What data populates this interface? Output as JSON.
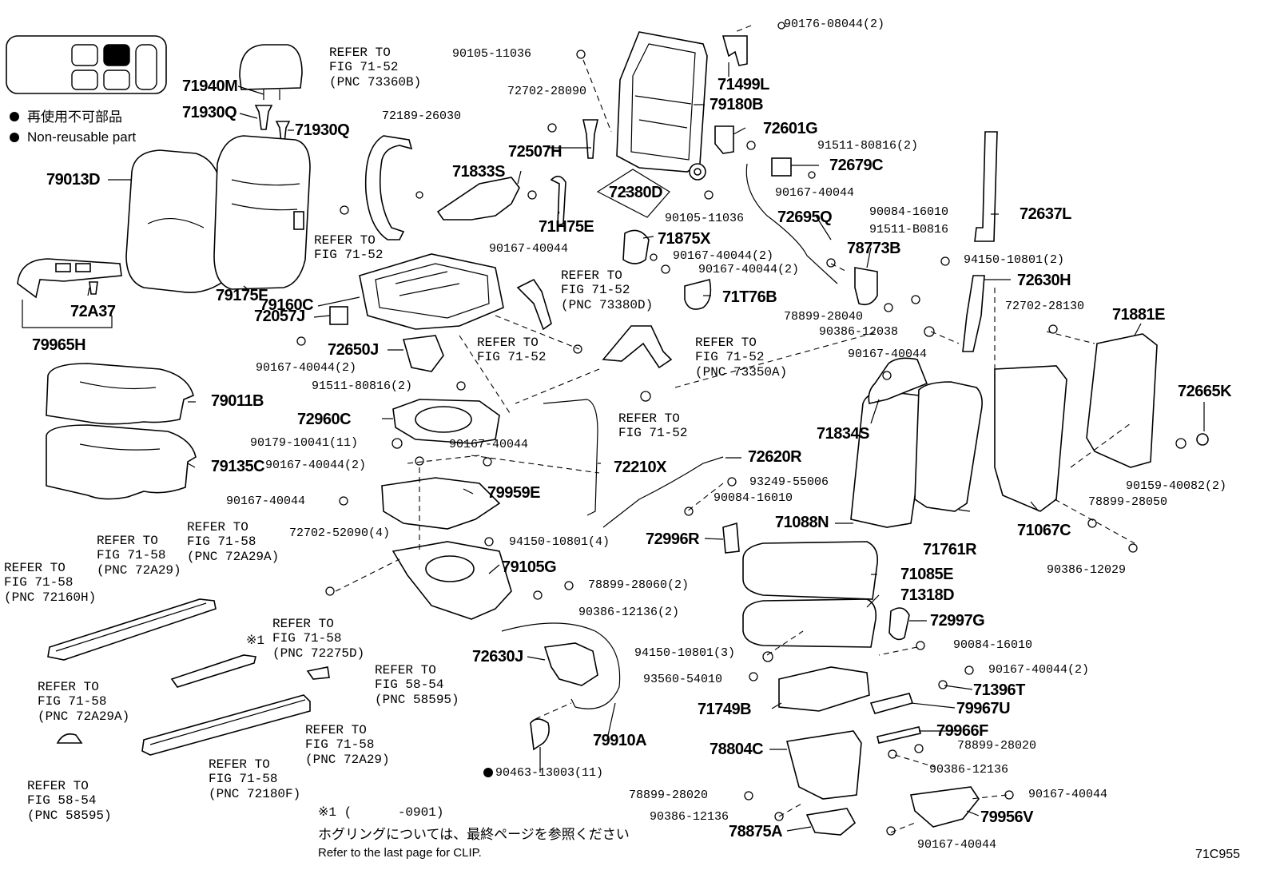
{
  "legend": {
    "nonreusable_jp": "再使用不可部品",
    "nonreusable_en": "Non-reusable part"
  },
  "figure_code": "71C955",
  "footnote": {
    "ref_mark": "※1 (      -0901)",
    "clip_jp": "ホグリングについては、最終ページを参照ください",
    "clip_en": "Refer to the last page for CLIP."
  },
  "big_labels": {
    "p71940M": "71940M",
    "p71930Q_a": "71930Q",
    "p71930Q_b": "71930Q",
    "p79013D": "79013D",
    "p79175F": "79175F",
    "p72A37": "72A37",
    "p79965H": "79965H",
    "p79160C": "79160C",
    "p72057J": "72057J",
    "p72650J": "72650J",
    "p79011B": "79011B",
    "p72960C": "72960C",
    "p79135C": "79135C",
    "p79959E": "79959E",
    "p72210X": "72210X",
    "p79105G": "79105G",
    "p72630J": "72630J",
    "p79910A": "79910A",
    "p72507H": "72507H",
    "p71833S": "71833S",
    "p71H75E": "71H75E",
    "p72380D": "72380D",
    "p71875X": "71875X",
    "p71T76B": "71T76B",
    "p71499L": "71499L",
    "p79180B": "79180B",
    "p72601G": "72601G",
    "p72679C": "72679C",
    "p72695Q": "72695Q",
    "p78773B": "78773B",
    "p72637L": "72637L",
    "p72630H": "72630H",
    "p71881E": "71881E",
    "p72665K": "72665K",
    "p71834S": "71834S",
    "p72620R": "72620R",
    "p71088N": "71088N",
    "p71761R": "71761R",
    "p71067C": "71067C",
    "p72996R": "72996R",
    "p71085E": "71085E",
    "p71318D": "71318D",
    "p72997G": "72997G",
    "p71396T": "71396T",
    "p71749B": "71749B",
    "p79967U": "79967U",
    "p79966F": "79966F",
    "p78804C": "78804C",
    "p78875A": "78875A",
    "p79956V": "79956V"
  },
  "small_labels": {
    "s1": "90176-08044(2)",
    "s2": "90105-11036",
    "s3": "72702-28090",
    "s4": "72189-26030",
    "s5": "91511-80816(2)",
    "s6": "90167-40044",
    "s7": "90105-11036",
    "s8": "90084-16010",
    "s9": "91511-B0816",
    "s10": "90167-40044",
    "s11": "90167-40044(2)",
    "s12": "90167-40044(2)",
    "s13": "94150-10801(2)",
    "s14": "72702-28130",
    "s15": "78899-28040",
    "s16": "90386-12038",
    "s17": "90167-40044",
    "s18": "90167-40044(2)",
    "s19": "91511-80816(2)",
    "s20": "90179-10041(11)",
    "s21": "90167-40044",
    "s22": "90167-40044(2)",
    "s23": "90167-40044",
    "s24": "93249-55006",
    "s25": "90084-16010",
    "s26": "90159-40082(2)",
    "s27": "78899-28050",
    "s28": "90386-12029",
    "s29": "72702-52090(4)",
    "s30": "94150-10801(4)",
    "s31": "78899-28060(2)",
    "s32": "90386-12136(2)",
    "s33": "94150-10801(3)",
    "s34": "93560-54010",
    "s35": "90084-16010",
    "s36": "90167-40044(2)",
    "s37": "78899-28020",
    "s38": "90386-12136",
    "s39": "90463-13003(11)",
    "s40": "78899-28020",
    "s41": "90386-12136",
    "s42": "90167-40044",
    "s43": "90167-40044"
  },
  "refer_blocks": {
    "r1": "REFER TO\nFIG 71-52\n(PNC 73360B)",
    "r2": "REFER TO\nFIG 71-52",
    "r3": "REFER TO\nFIG 71-52\n(PNC 73380D)",
    "r4": "REFER TO\nFIG 71-52",
    "r5": "REFER TO\nFIG 71-52\n(PNC 73350A)",
    "r6": "REFER TO\nFIG 71-52",
    "r7": "REFER TO\nFIG 71-58\n(PNC 72160H)",
    "r8": "REFER TO\nFIG 71-58\n(PNC 72A29)",
    "r9": "REFER TO\nFIG 71-58\n(PNC 72A29A)",
    "r10": "REFER TO\nFIG 71-58\n(PNC 72275D)",
    "r11": "REFER TO\nFIG 58-54\n(PNC 58595)",
    "r12": "REFER TO\nFIG 71-58\n(PNC 72A29A)",
    "r13": "REFER TO\nFIG 71-58\n(PNC 72A29)",
    "r14": "REFER TO\nFIG 71-58\n(PNC 72180F)",
    "r15": "REFER TO\nFIG 58-54\n(PNC 58595)"
  },
  "mark_1": "※1"
}
